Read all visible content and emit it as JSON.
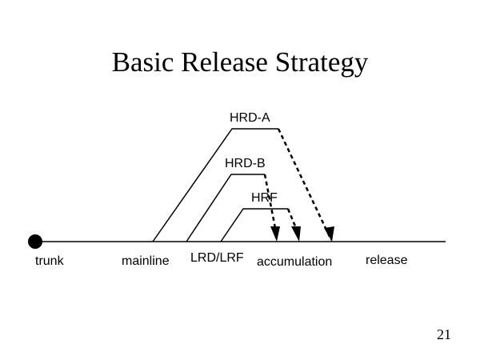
{
  "slide": {
    "title": "Basic Release Strategy",
    "page_number": "21"
  },
  "diagram": {
    "branches": [
      {
        "label": "HRD-A"
      },
      {
        "label": "HRD-B"
      },
      {
        "label": "HRF"
      }
    ],
    "baseline_labels": {
      "trunk": "trunk",
      "mainline": "mainline",
      "lrd_lrf": "LRD/LRF",
      "accumulation": "accumulation",
      "release": "release"
    },
    "colors": {
      "line": "#000000",
      "background": "#ffffff"
    }
  }
}
